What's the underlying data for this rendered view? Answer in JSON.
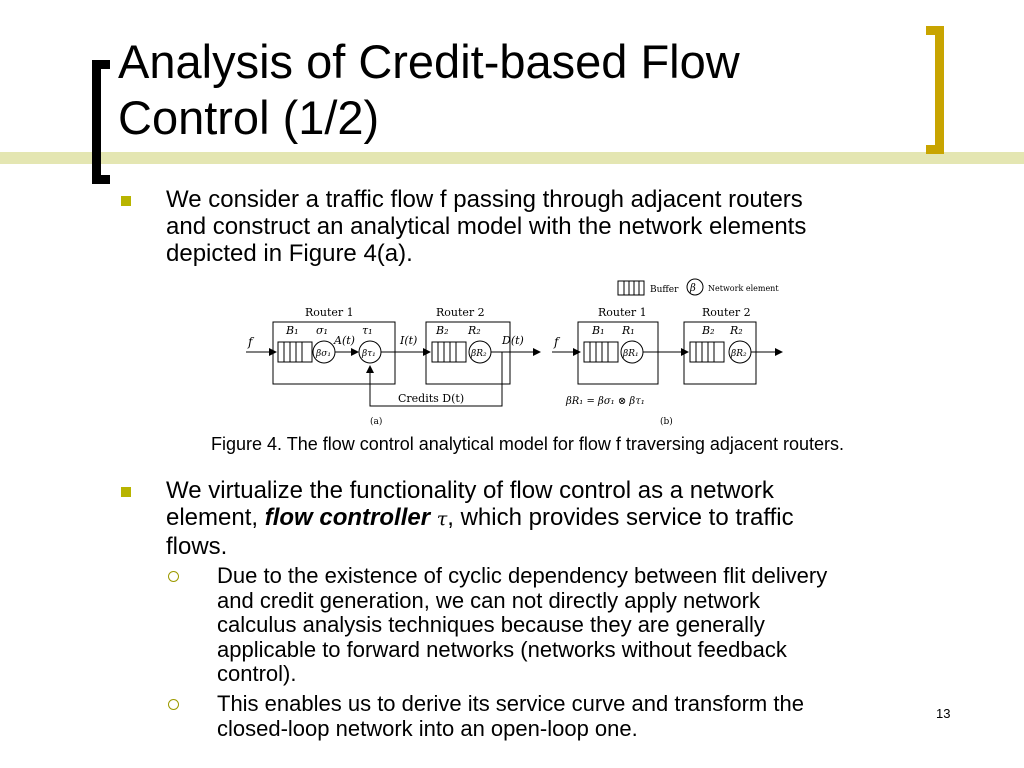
{
  "slide": {
    "title_line1": "Analysis of Credit-based Flow",
    "title_line2": "Control (1/2)",
    "bullet1": {
      "lines": [
        "We consider a traffic flow f passing through adjacent routers",
        "and construct an analytical model with the network elements",
        "depicted in Figure 4(a)."
      ]
    },
    "figure": {
      "legend_buffer": "Buffer",
      "legend_beta": "β",
      "legend_network_element": "Network element",
      "a": {
        "router1": "Router 1",
        "router2": "Router 2",
        "f": "f",
        "B1": "B₁",
        "sigma1": "σ₁",
        "A": "A(t)",
        "tau1": "τ₁",
        "beta_sigma": "βσ₁",
        "beta_tau": "βτ₁",
        "I": "I(t)",
        "B2": "B₂",
        "R2": "R₂",
        "beta_R2": "βR₂",
        "D": "D(t)",
        "credits": "Credits  D(t)",
        "label": "(a)"
      },
      "b": {
        "router1": "Router 1",
        "router2": "Router 2",
        "f": "f",
        "B1": "B₁",
        "R1": "R₁",
        "beta_R1": "βR₁",
        "B2": "B₂",
        "R2": "R₂",
        "beta_R2": "βR₂",
        "equation": "βR₁ = βσ₁ ⊗ βτ₁",
        "label": "(b)"
      }
    },
    "caption": "Figure 4. The flow control analytical model for flow f traversing adjacent routers.",
    "bullet2": {
      "line1": "We virtualize the functionality of flow control as a network",
      "line2_pre": "element, ",
      "line2_bold": "flow controller",
      "line2_symbol": "τ",
      "line2_post": ", which provides service to traffic",
      "line3": "flows."
    },
    "sub1": {
      "lines": [
        "Due to the existence of cyclic dependency between flit delivery",
        "and credit generation, we can not directly apply network",
        "calculus analysis techniques because they are generally",
        "applicable to forward networks (networks without feedback",
        "control)."
      ]
    },
    "sub2": {
      "lines": [
        "This enables us to derive its service curve and transform the",
        "closed-loop network into an open-loop one."
      ]
    },
    "page_number": "13"
  },
  "colors": {
    "accent_line": "#e4e6b2",
    "bullet": "#b8b400",
    "bracket_right": "#c8a400"
  }
}
